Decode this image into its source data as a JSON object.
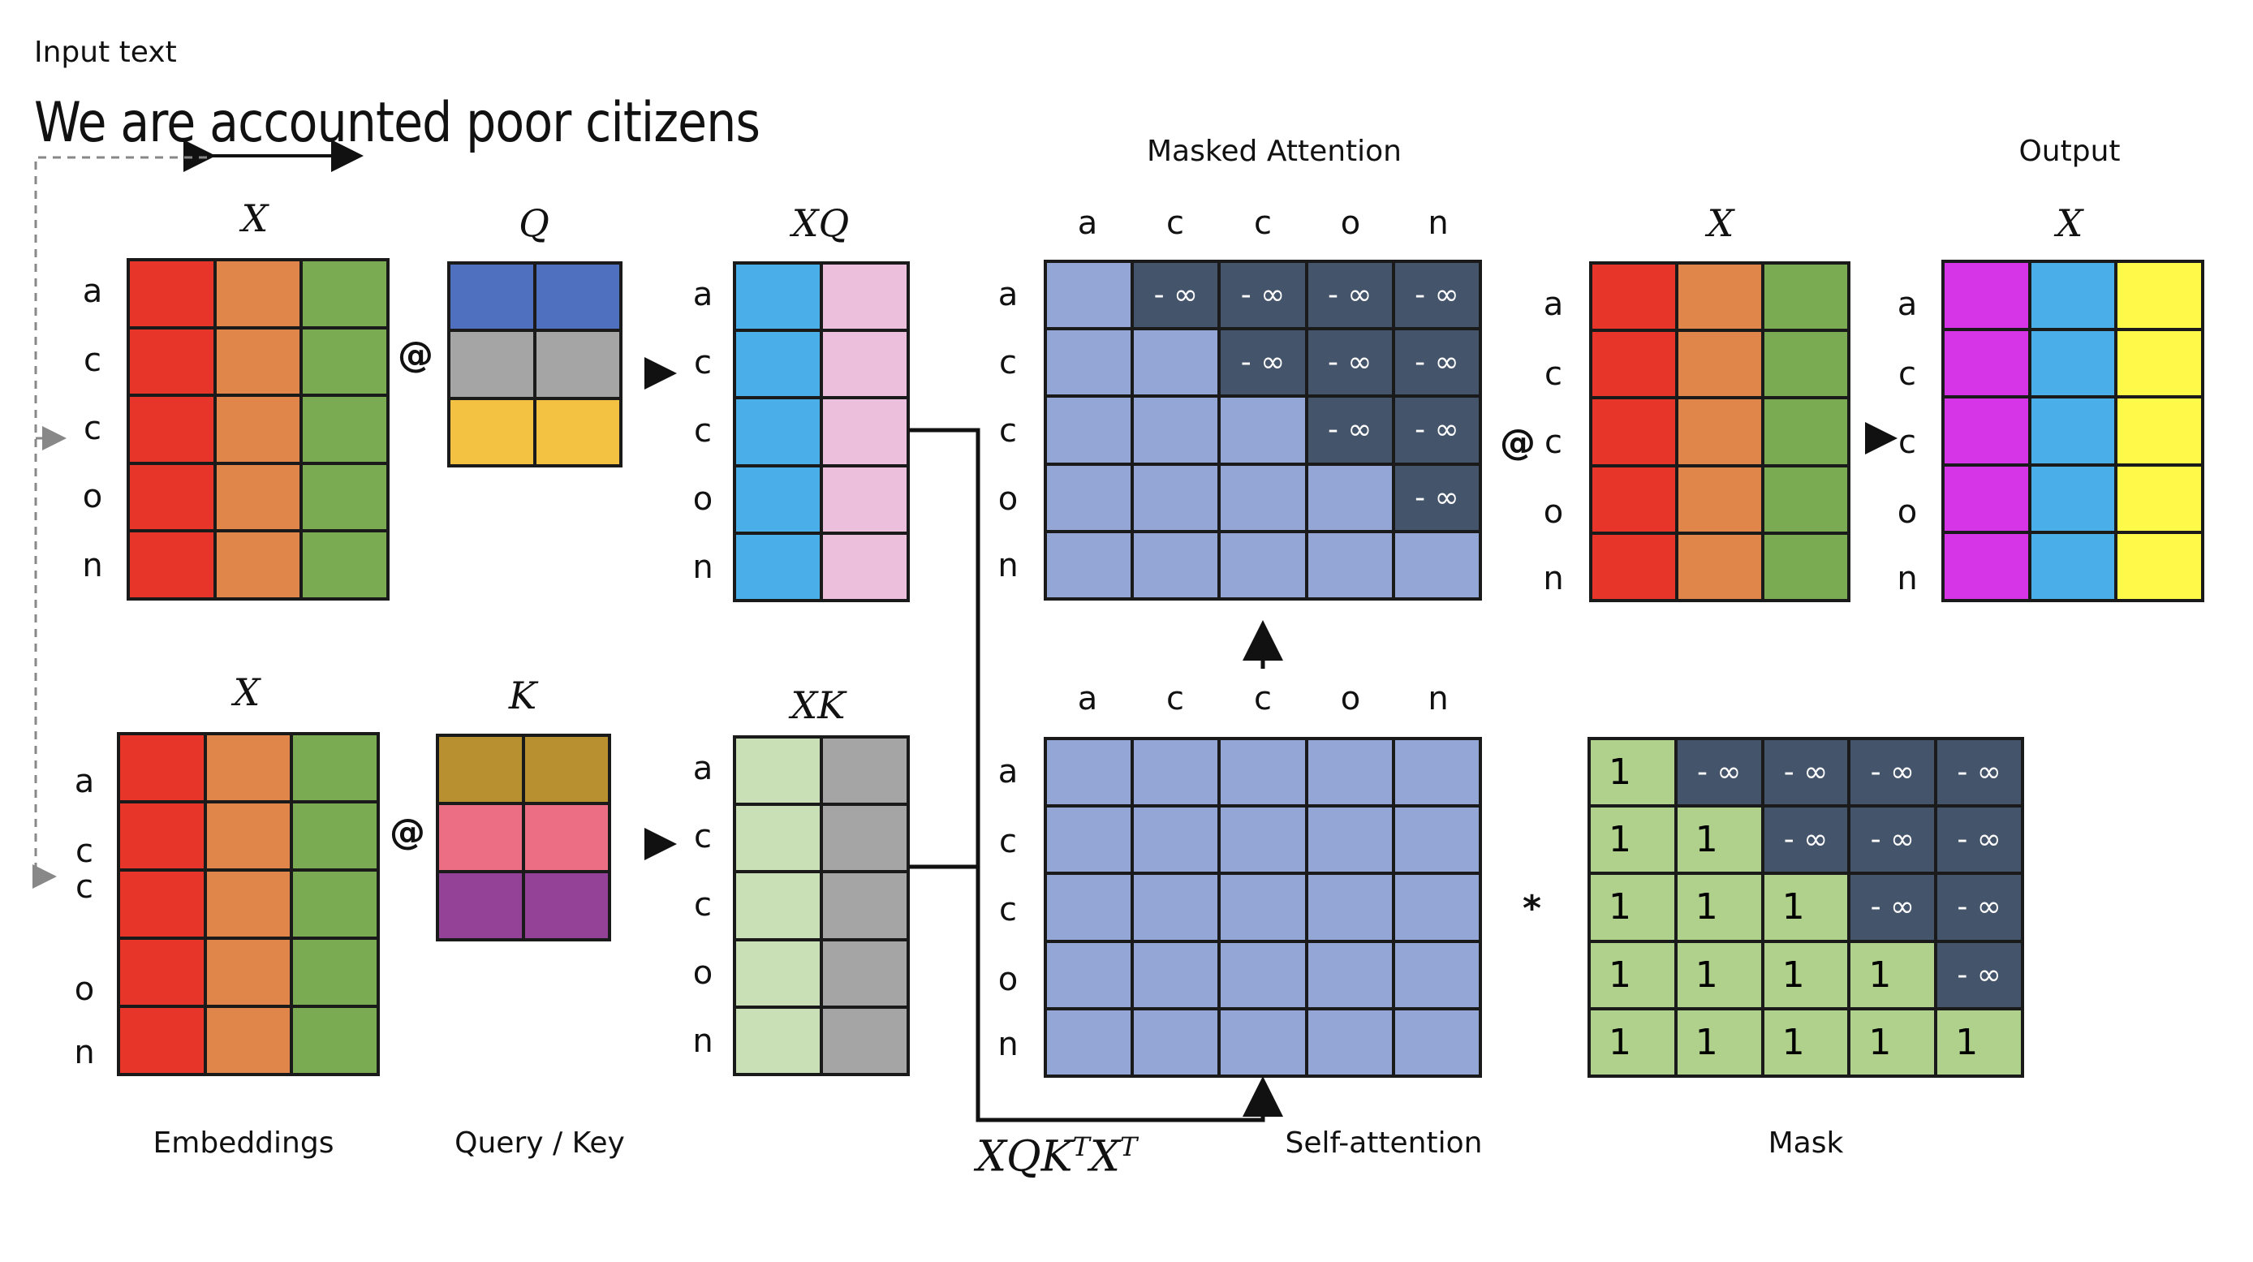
{
  "input": {
    "label": "Input text",
    "text": "We are accounted poor citizens"
  },
  "captions": {
    "embeddings": "Embeddings",
    "query_key": "Query / Key",
    "self_attention": "Self-attention",
    "mask": "Mask",
    "masked_attention": "Masked Attention",
    "output": "Output"
  },
  "matrix_labels": {
    "x_top": "X",
    "q": "Q",
    "xq": "XQ",
    "x_bottom": "X",
    "k": "K",
    "xk": "XK",
    "x_right": "X",
    "x_output": "X"
  },
  "formula": {
    "base": "XQK",
    "sup1": "T",
    "mid": "X",
    "sup2": "T"
  },
  "tokens": [
    "a",
    "c",
    "c",
    "o",
    "n"
  ],
  "symbols": {
    "matmul": "@",
    "multiply": "*",
    "neg_inf": "- ∞",
    "one": "1"
  },
  "colors": {
    "red": "#e8352a",
    "orange": "#e0864a",
    "green": "#7aab52",
    "q_blue": "#4f70bf",
    "q_gray": "#a5a5a5",
    "q_yellow": "#f4c242",
    "xq_blue": "#4aaee8",
    "xq_pink": "#ecc0dc",
    "k_gold": "#b89030",
    "k_pink": "#ec6e84",
    "k_purple": "#944198",
    "xk_green": "#c9dfb6",
    "xk_gray": "#a5a5a5",
    "attn": "#93a6d6",
    "dark": "#44546a",
    "mask_green": "#afd18b",
    "out_magenta": "#d535e6",
    "out_blue": "#4aaee8",
    "out_yellow": "#fffa4a"
  }
}
